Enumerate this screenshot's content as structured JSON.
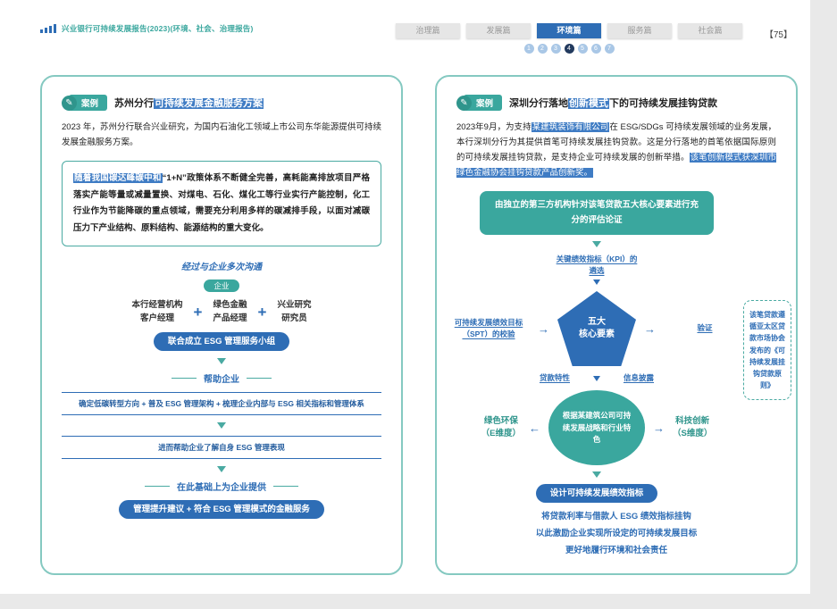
{
  "header": {
    "brand": "兴业银行可持续发展报告(2023)(环境、社会、治理报告)",
    "page_no": "【75】",
    "tabs": [
      {
        "label": "治理篇"
      },
      {
        "label": "发展篇"
      },
      {
        "label": "环境篇"
      },
      {
        "label": "服务篇"
      },
      {
        "label": "社会篇"
      }
    ],
    "pagination": [
      "1",
      "2",
      "3",
      "4",
      "5",
      "6",
      "7"
    ]
  },
  "icons": {
    "case": "✎",
    "arrow_left": "←",
    "arrow_right": "→"
  },
  "left": {
    "badge": "案例",
    "title_pre": "苏州分行",
    "title_hl": "可持续发展金融服务方案",
    "intro": "2023 年，苏州分行联合兴业研究，为国内石油化工领域上市公司东华能源提供可持续发展金融服务方案。",
    "quote_hl": "随着我国碳达峰碳中和",
    "quote_rest": "“1+N”政策体系不断健全完善，高耗能高排放项目严格落实产能等量或减量置换、对煤电、石化、煤化工等行业实行产能控制，化工行业作为节能降碳的重点领域，需要充分利用多样的碳减排手段，以面对减碳压力下产业结构、原料结构、能源结构的重大变化。",
    "flow_lead": "经过与企业多次沟通",
    "enterprise_badge": "企业",
    "plus": "+",
    "team": [
      {
        "l1": "本行经营机构",
        "l2": "客户经理"
      },
      {
        "l1": "绿色金融",
        "l2": "产品经理"
      },
      {
        "l1": "兴业研究",
        "l2": "研究员"
      }
    ],
    "pill1": "联合成立 ESG 管理服务小组",
    "step1": "帮助企业",
    "row1": "确定低碳转型方向 + 普及 ESG 管理架构 + 梳理企业内部与 ESG 相关指标和管理体系",
    "row2": "进而帮助企业了解自身 ESG 管理表现",
    "step2": "在此基础上为企业提供",
    "pill2": "管理提升建议 + 符合 ESG 管理模式的金融服务"
  },
  "right": {
    "badge": "案例",
    "title_pre": "深圳分行落地",
    "title_hl": "创新模式",
    "title_post": "下的可持续发展挂钩贷款",
    "intro_1": "2023年9月，为支持",
    "intro_hl1": "某建筑装饰有限公司",
    "intro_2": "在 ESG/SDGs 可持续发展领域的业务发展，本行深圳分行为其提供首笔可持续发展挂钩贷款。这是分行落地的首笔依据国际原则的可持续发展挂钩贷款，是支持企业可持续发展的创新举措。",
    "intro_hl2": "该笔创新模式获深圳市绿色金融协会挂钩贷款产品创新奖。",
    "box1": "由独立的第三方机构针对该笔贷款五大核心要素进行充分的评估论证",
    "pentagon_center_1": "五大",
    "pentagon_center_2": "核心要素",
    "label_kpi": "关键绩效指标（KPI）的遴选",
    "label_spt": "可持续发展绩效目标（SPT）的校验",
    "label_verify": "验证",
    "label_loan": "贷款特性",
    "label_disclosure": "信息披露",
    "side_note": "该笔贷款遵循亚太区贷款市场协会发布的《可持续发展挂钩贷款原则》",
    "dim_left_1": "绿色环保",
    "dim_left_2": "（E维度）",
    "dim_center": "根据某建筑公司可持续发展战略和行业特色",
    "dim_right_1": "科技创新",
    "dim_right_2": "（S维度）",
    "pill": "设计可持续发展绩效指标",
    "outro": [
      "将贷款利率与借款人 ESG 绩效指标挂钩",
      "以此激励企业实现所设定的可持续发展目标",
      "更好地履行环境和社会责任"
    ]
  }
}
